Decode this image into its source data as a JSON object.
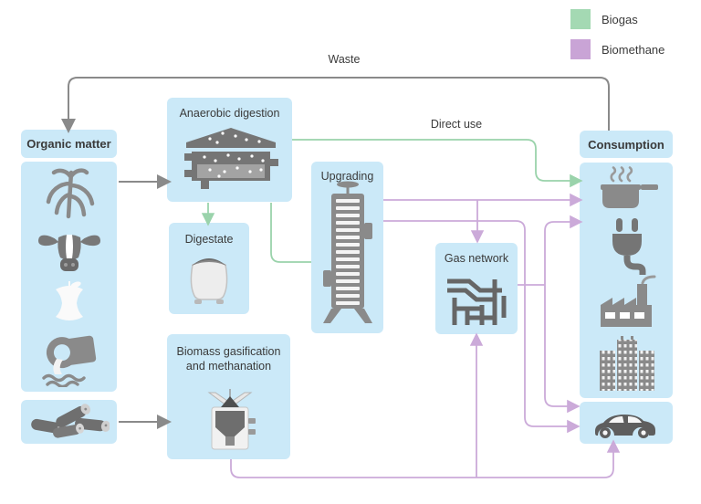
{
  "legend": {
    "items": [
      {
        "label": "Biogas",
        "color": "#a4d9b3"
      },
      {
        "label": "Biomethane",
        "color": "#c9a4d6"
      }
    ]
  },
  "labels": {
    "waste": "Waste",
    "direct_use": "Direct use"
  },
  "nodes": {
    "organic_matter": {
      "title": "Organic matter",
      "icons": [
        "corn-plant-icon",
        "cow-icon",
        "apple-core-icon",
        "wastewater-pipe-icon"
      ]
    },
    "wood_feedstock": {
      "icons": [
        "wood-logs-icon"
      ]
    },
    "anaerobic_digestion": {
      "title": "Anaerobic digestion",
      "icon": "digester-icon"
    },
    "digestate": {
      "title": "Digestate",
      "icon": "digestate-container-icon"
    },
    "upgrading": {
      "title": "Upgrading",
      "icon": "upgrading-column-icon"
    },
    "gas_network": {
      "title": "Gas network",
      "icon": "pipeline-network-icon"
    },
    "biomass_gasification": {
      "title": "Biomass gasification and methanation",
      "title_line1": "Biomass gasification",
      "title_line2": "and methanation",
      "icon": "gasifier-icon"
    },
    "consumption": {
      "title": "Consumption",
      "icons": [
        "cooking-pot-icon",
        "electric-plug-icon",
        "factory-icon",
        "city-buildings-icon"
      ]
    },
    "transport": {
      "icon": "car-icon"
    }
  },
  "edges": [
    {
      "from": "consumption",
      "to": "organic_matter",
      "label": "Waste",
      "type": "gray"
    },
    {
      "from": "organic_matter",
      "to": "anaerobic_digestion",
      "type": "gray"
    },
    {
      "from": "wood_feedstock",
      "to": "biomass_gasification",
      "type": "gray"
    },
    {
      "from": "anaerobic_digestion",
      "to": "digestate",
      "type": "biogas"
    },
    {
      "from": "anaerobic_digestion",
      "to": "consumption",
      "label": "Direct use",
      "type": "biogas"
    },
    {
      "from": "anaerobic_digestion",
      "to": "upgrading",
      "type": "biogas"
    },
    {
      "from": "upgrading",
      "to": "consumption",
      "type": "biomethane"
    },
    {
      "from": "upgrading",
      "to": "gas_network",
      "type": "biomethane"
    },
    {
      "from": "upgrading",
      "to": "transport",
      "type": "biomethane"
    },
    {
      "from": "gas_network",
      "to": "consumption",
      "type": "biomethane"
    },
    {
      "from": "gas_network",
      "to": "transport",
      "type": "biomethane"
    },
    {
      "from": "biomass_gasification",
      "to": "gas_network",
      "type": "biomethane"
    },
    {
      "from": "biomass_gasification",
      "to": "transport",
      "type": "biomethane"
    }
  ],
  "colors": {
    "node_fill": "#cbe9f8",
    "icon_gray": "#7e7e7e",
    "waste_line": "#8a8a8a",
    "biogas_line": "#9ad3ab",
    "biomethane_line": "#cbaad9",
    "text": "#3a3a3a",
    "background": "#ffffff"
  }
}
